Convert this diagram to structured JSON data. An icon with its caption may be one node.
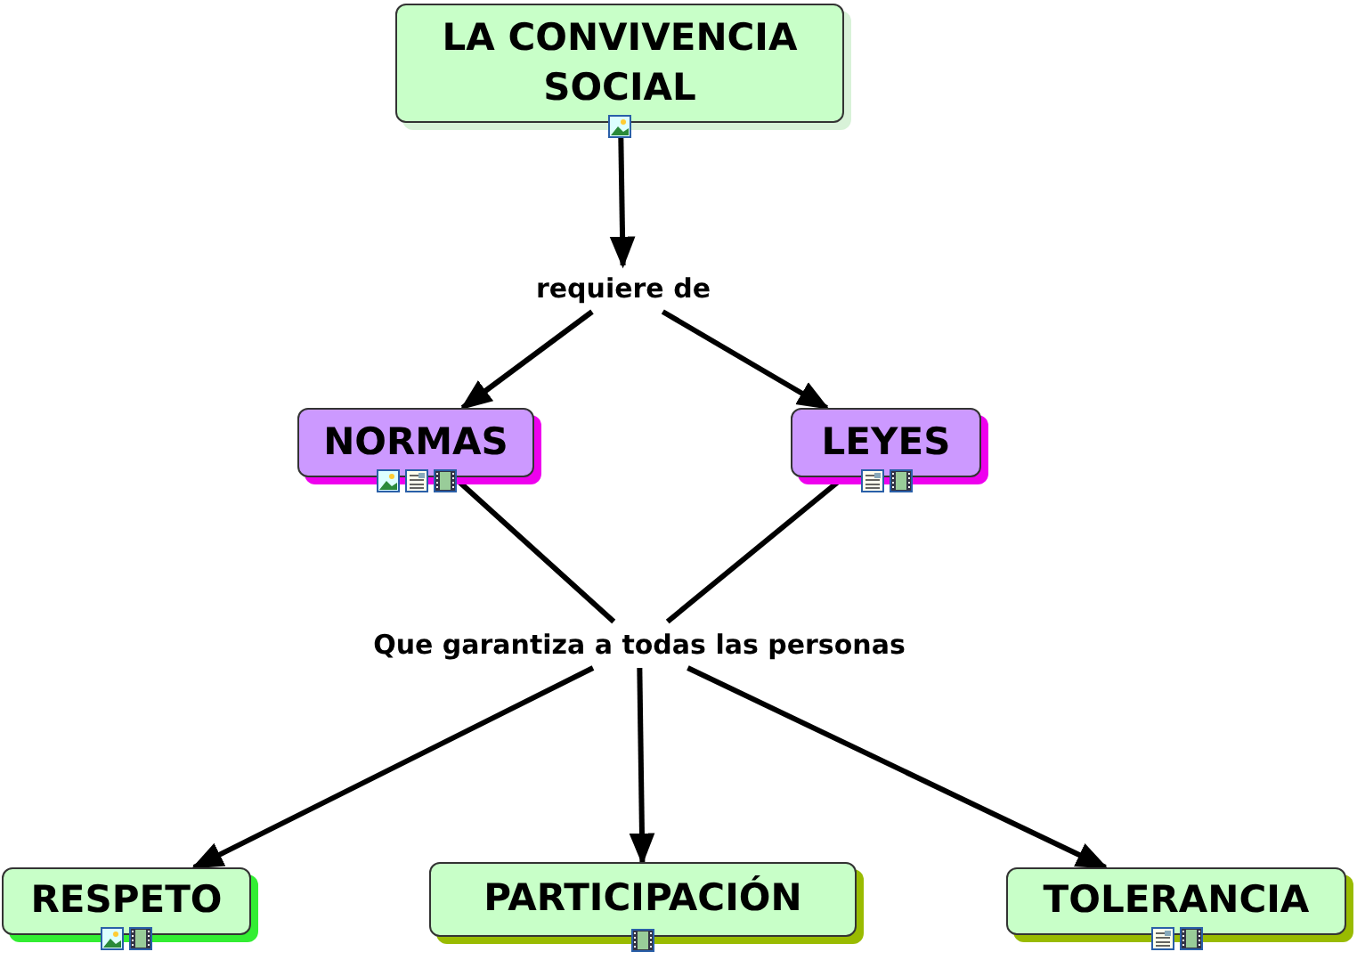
{
  "diagram": {
    "nodes": [
      {
        "text": [
          "LA CONVIVENCIA SOCIAL"
        ]
      },
      {
        "text": [
          "requiere de"
        ]
      },
      {
        "text": [
          "NORMAS"
        ]
      },
      {
        "text": [
          "LEYES"
        ]
      },
      {
        "text": [
          "Que garantiza a todas las personas"
        ]
      },
      {
        "text": [
          "RESPETO"
        ]
      },
      {
        "text": [
          "PARTICIPACIÓN"
        ]
      },
      {
        "text": [
          "TOLERANCIA"
        ]
      }
    ],
    "edges": [
      {
        "from": 0,
        "to": 1,
        "arrow": "to"
      },
      {
        "from": 1,
        "to": 2,
        "arrow": "to"
      },
      {
        "from": 1,
        "to": 3,
        "arrow": "to"
      },
      {
        "from": 2,
        "to": 4,
        "arrow": "none"
      },
      {
        "from": 3,
        "to": 4,
        "arrow": "none"
      },
      {
        "from": 4,
        "to": 5,
        "arrow": "to"
      },
      {
        "from": 4,
        "to": 6,
        "arrow": "to"
      },
      {
        "from": 4,
        "to": 7,
        "arrow": "to"
      }
    ]
  }
}
